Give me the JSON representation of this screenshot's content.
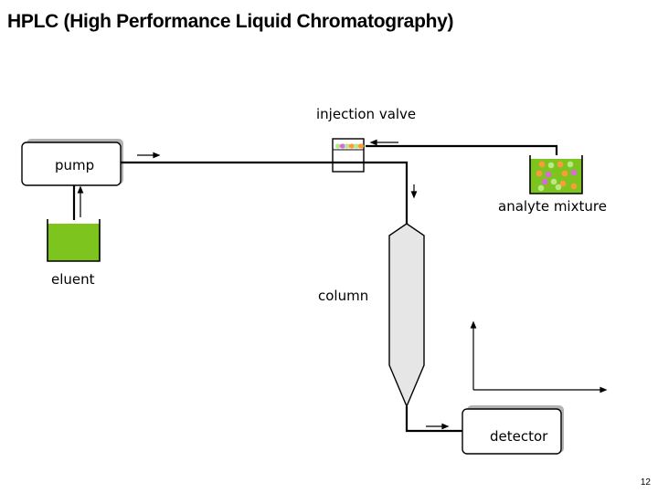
{
  "title": "HPLC (High Performance Liquid Chromatography)",
  "labels": {
    "injection_valve": "injection valve",
    "pump": "pump",
    "analyte_mixture": "analyte mixture",
    "eluent": "eluent",
    "column": "column",
    "detector": "detector"
  },
  "page_number": "12",
  "colors": {
    "eluent_liquid": "#7dc41f",
    "box_shadow": "#b3b3b3",
    "column_fill": "#e6e6e6",
    "analyte_dots": [
      "#ff9a3c",
      "#b8e986",
      "#d96bd8",
      "#ff9a3c"
    ]
  }
}
